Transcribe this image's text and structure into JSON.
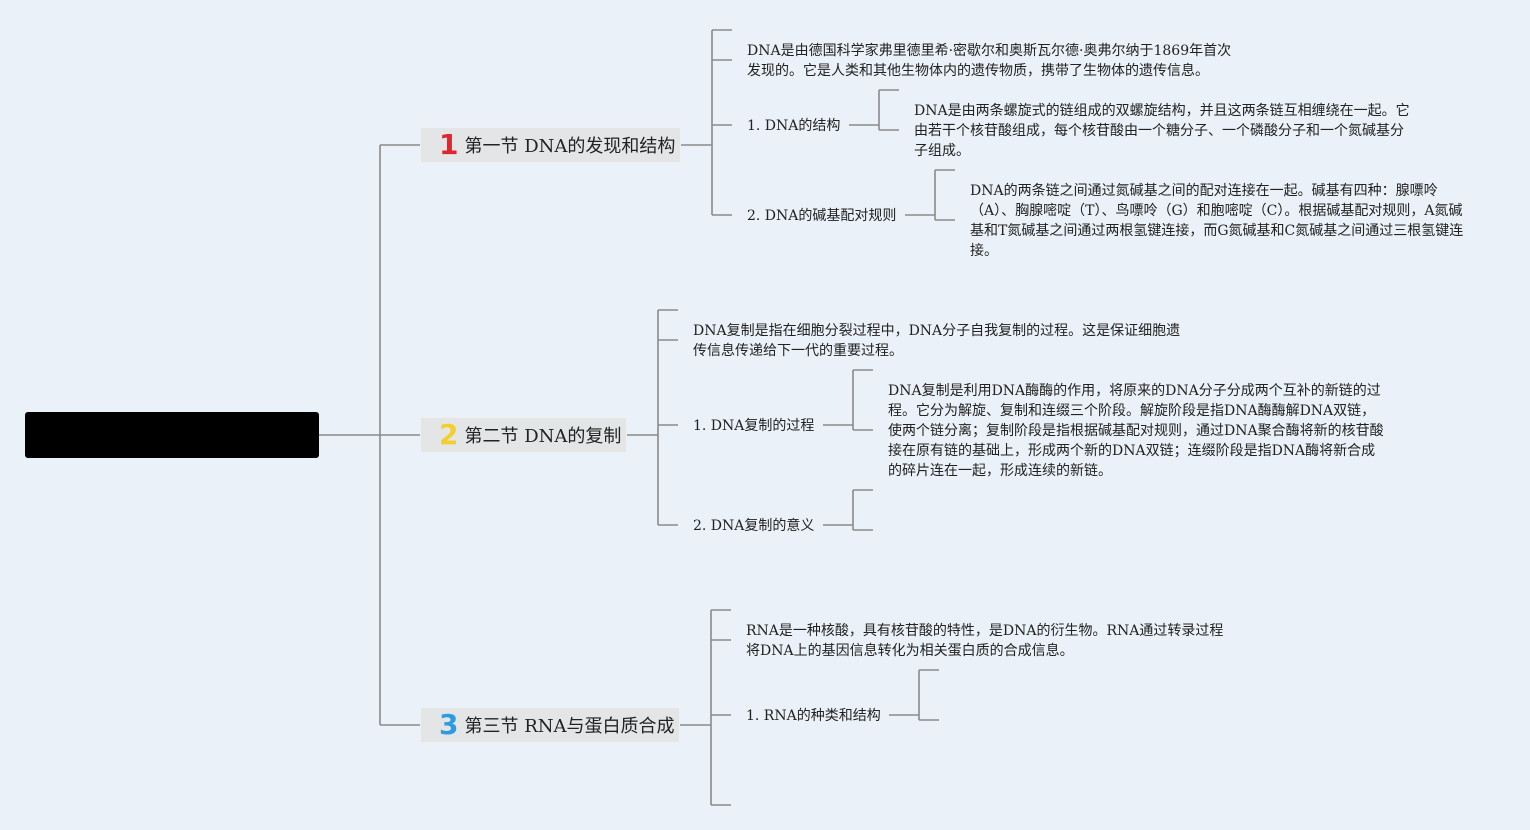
{
  "colors": {
    "background": "#eaf1f8",
    "line": "#8a8a8a",
    "section_bg": "#e4e5e7",
    "num1": "#e0262f",
    "num2": "#f3cf2e",
    "num3": "#2d9be0"
  },
  "sections": [
    {
      "num": "1",
      "title": "第一节 DNA的发现和结构",
      "intro": "DNA是由德国科学家弗里德里希·密歇尔和奥斯瓦尔德·奥弗尔纳于1869年首次发现的。它是人类和其他生物体内的遗传物质，携带了生物体的遗传信息。",
      "subs": [
        {
          "label": "1. DNA的结构",
          "detail": "DNA是由两条螺旋式的链组成的双螺旋结构，并且这两条链互相缠绕在一起。它由若干个核苷酸组成，每个核苷酸由一个糖分子、一个磷酸分子和一个氮碱基分子组成。"
        },
        {
          "label": "2. DNA的碱基配对规则",
          "detail": "DNA的两条链之间通过氮碱基之间的配对连接在一起。碱基有四种：腺嘌呤（A）、胸腺嘧啶（T）、鸟嘌呤（G）和胞嘧啶（C）。根据碱基配对规则，A氮碱基和T氮碱基之间通过两根氢键连接，而G氮碱基和C氮碱基之间通过三根氢键连接。"
        }
      ]
    },
    {
      "num": "2",
      "title": "第二节 DNA的复制",
      "intro": "DNA复制是指在细胞分裂过程中，DNA分子自我复制的过程。这是保证细胞遗传信息传递给下一代的重要过程。",
      "subs": [
        {
          "label": "1. DNA复制的过程",
          "detail": "DNA复制是利用DNA酶酶的作用，将原来的DNA分子分成两个互补的新链的过程。它分为解旋、复制和连缀三个阶段。解旋阶段是指DNA酶酶解DNA双链，使两个链分离；复制阶段是指根据碱基配对规则，通过DNA聚合酶将新的核苷酸接在原有链的基础上，形成两个新的DNA双链；连缀阶段是指DNA酶将新合成的碎片连在一起，形成连续的新链。"
        },
        {
          "label": "2. DNA复制的意义",
          "detail": ""
        }
      ]
    },
    {
      "num": "3",
      "title": "第三节 RNA与蛋白质合成",
      "intro": "RNA是一种核酸，具有核苷酸的特性，是DNA的衍生物。RNA通过转录过程将DNA上的基因信息转化为相关蛋白质的合成信息。",
      "subs": [
        {
          "label": "1. RNA的种类和结构",
          "detail": ""
        }
      ]
    }
  ]
}
